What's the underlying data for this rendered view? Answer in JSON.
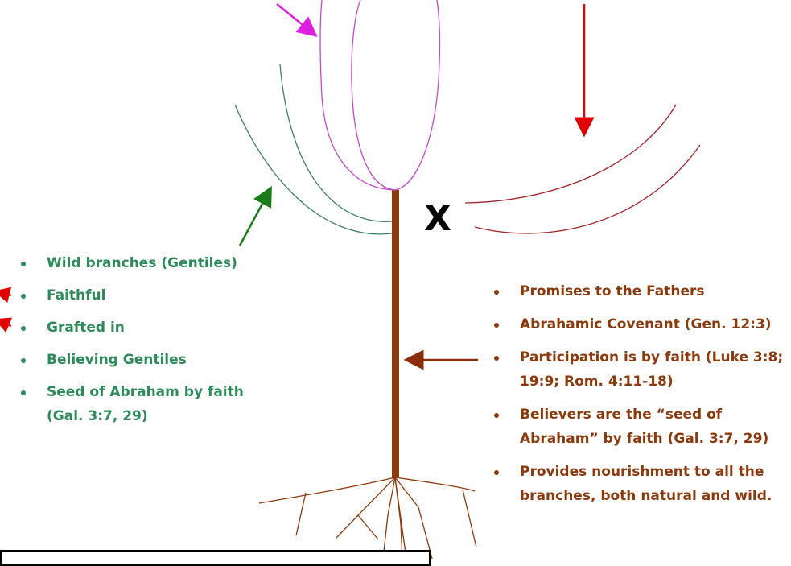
{
  "colors": {
    "gentile_green": "#2e8a5a",
    "root_brown": "#8b3a0e",
    "israel_branch_red": "#a0262b",
    "jesus_branch_purple": "#c04cc8",
    "arrow_red": "#e00000",
    "arrow_magenta": "#e020e0",
    "arrow_green": "#1a7a1a",
    "arrow_brown": "#8b2c0a"
  },
  "cut_mark": "X",
  "wild_list": [
    "Wild branches (Gentiles)",
    "Faithful",
    "Grafted in",
    "Believing Gentiles",
    "Seed of Abraham by faith (Gal. 3:7, 29)"
  ],
  "root_list": [
    "Promises to the Fathers",
    "Abrahamic Covenant (Gen. 12:3)",
    "Participation is by faith (Luke 3:8; 19:9; Rom. 4:11-18)",
    "Believers are the “seed of Abraham” by faith (Gal. 3:7, 29)",
    "Provides nourishment to all the branches, both natural and wild."
  ],
  "icons": [
    "arrow-down-red-icon",
    "arrow-diagonal-magenta-icon",
    "arrow-up-green-icon",
    "arrow-left-brown-icon",
    "arrow-left-red-icon"
  ]
}
